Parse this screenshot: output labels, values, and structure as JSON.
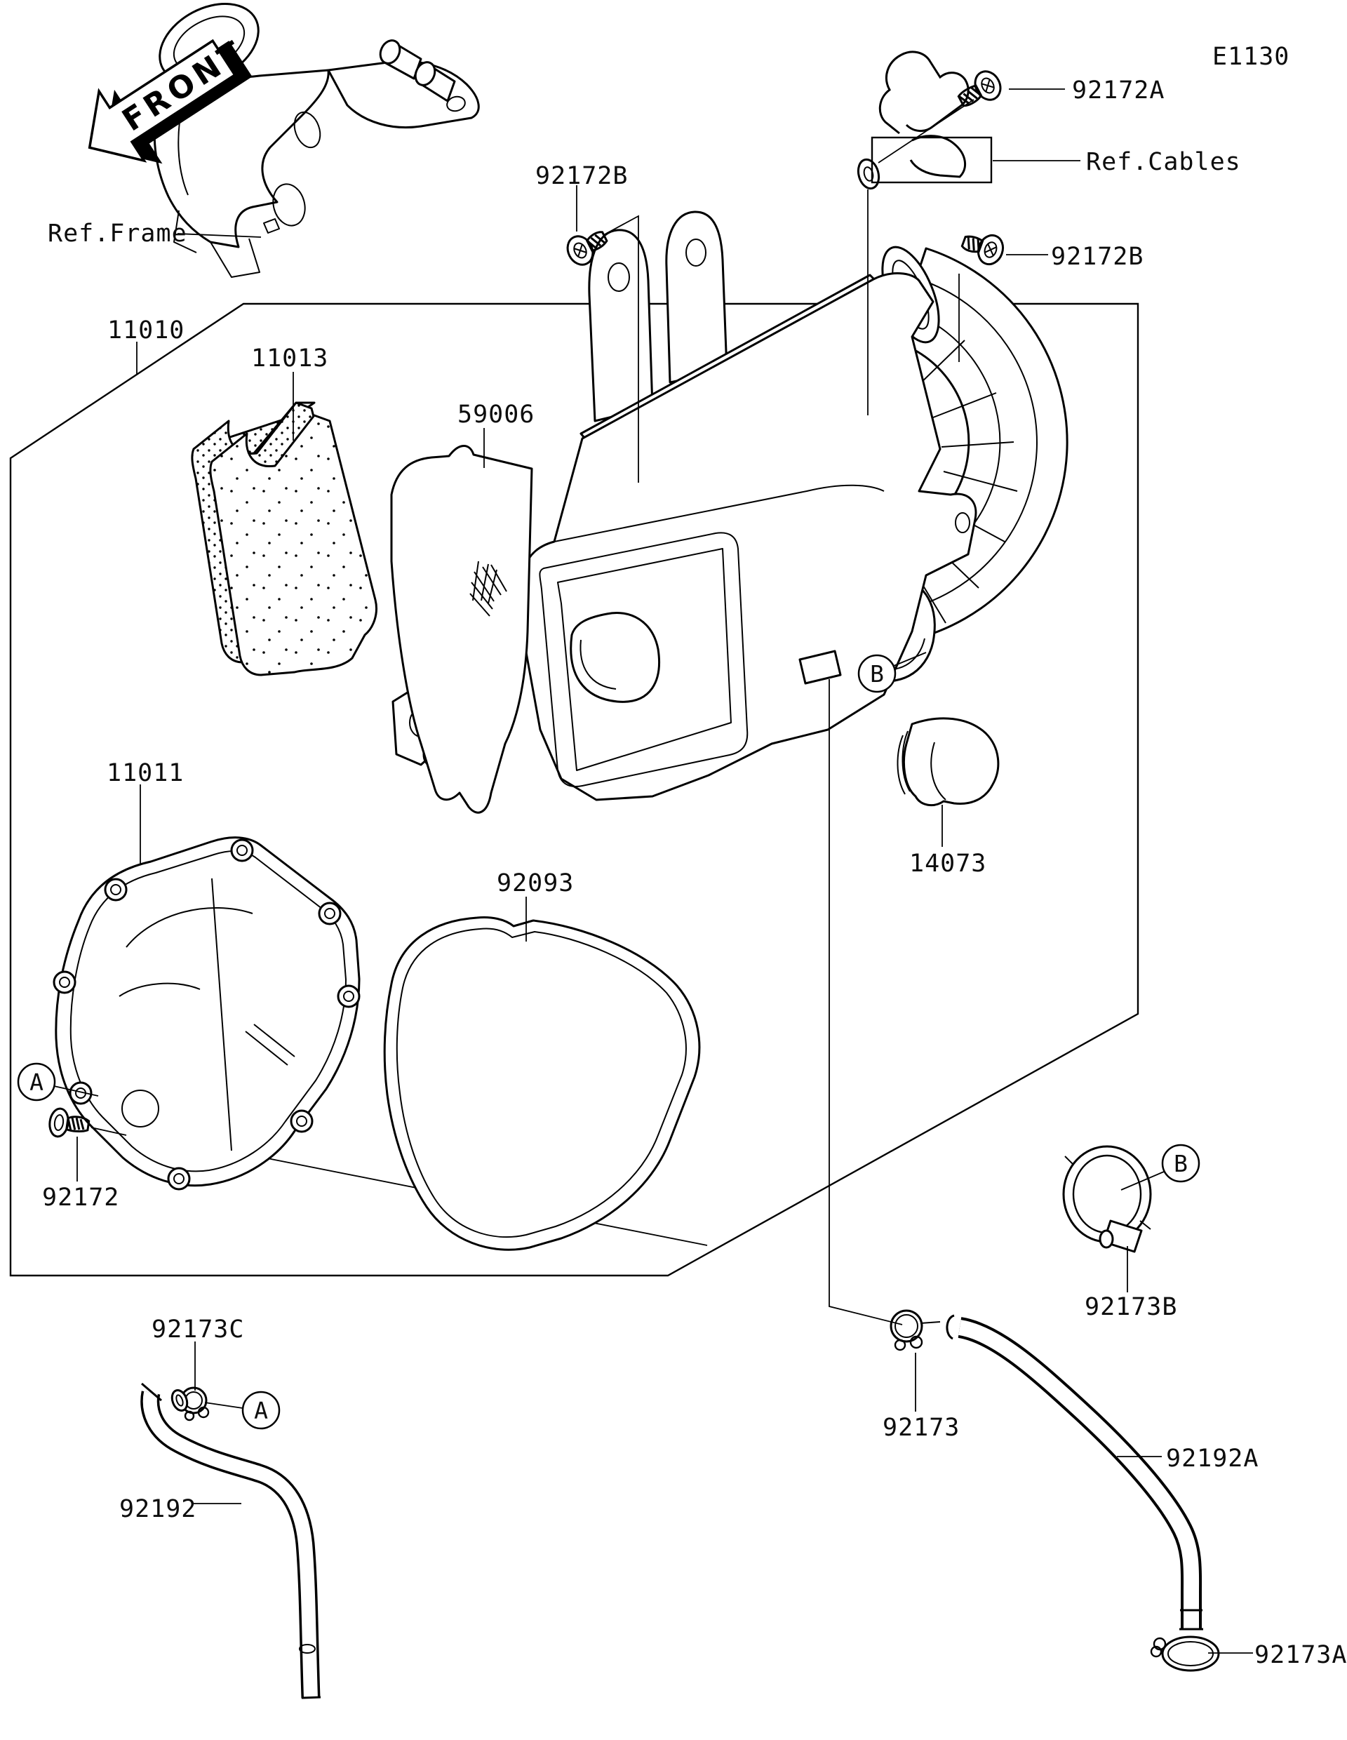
{
  "page": {
    "code": "E1130"
  },
  "orientation": {
    "front_label": "FRONT"
  },
  "references": {
    "frame": "Ref.Frame",
    "cables": "Ref.Cables"
  },
  "parts": {
    "p11010": "11010",
    "p11011": "11011",
    "p11013": "11013",
    "p14073": "14073",
    "p59006": "59006",
    "p92093": "92093",
    "p92172": "92172",
    "p92172a": "92172A",
    "p92172b": "92172B",
    "p92173": "92173",
    "p92173a": "92173A",
    "p92173b": "92173B",
    "p92173c": "92173C",
    "p92192": "92192",
    "p92192a": "92192A"
  },
  "callouts": {
    "a": "A",
    "b": "B"
  },
  "part_numbers_list": [
    "11010",
    "11011",
    "11013",
    "14073",
    "59006",
    "92093",
    "92172",
    "92172A",
    "92172B",
    "92173",
    "92173A",
    "92173B",
    "92173C",
    "92192",
    "92192A"
  ],
  "colors": {
    "line": "#000000",
    "background": "#ffffff"
  }
}
